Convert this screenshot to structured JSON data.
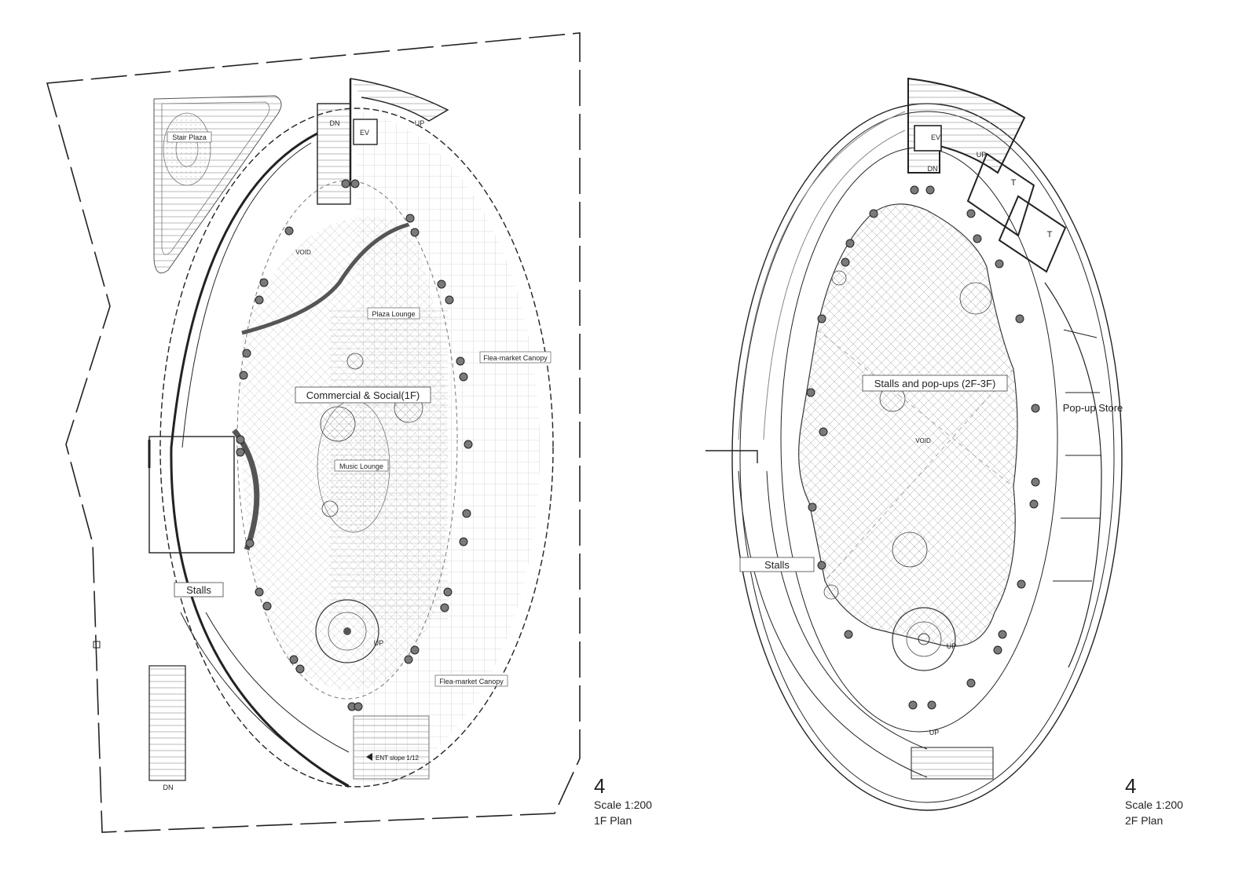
{
  "plan_1f": {
    "stair_plaza": "Stair Plaza",
    "dn_top": "DN",
    "up_top": "UP",
    "ev": "EV",
    "void": "VOID",
    "plaza_lounge": "Plaza Lounge",
    "flea_market_canopy_1": "Flea-market Canopy",
    "commercial_social": "Commercial & Social(1F)",
    "music_lounge": "Music Lounge",
    "stalls": "Stalls",
    "up_spiral": "UP",
    "flea_market_canopy_2": "Flea-market Canopy",
    "ent": "ENT  slope 1/12",
    "dn_bottom": "DN",
    "north_symbol": "4",
    "scale": "Scale 1:200",
    "plan_name": "1F Plan"
  },
  "plan_2f": {
    "ev": "EV",
    "up_top": "UP",
    "dn_top": "DN",
    "toilet_1": "T",
    "toilet_2": "T",
    "stalls_popups": "Stalls and pop-ups (2F-3F)",
    "popup_store": "Pop-up Store",
    "void": "VOID",
    "stalls": "Stalls",
    "up_spiral": "UP",
    "up_bottom": "UP",
    "north_symbol": "4",
    "scale": "Scale 1:200",
    "plan_name": "2F Plan"
  },
  "colors": {
    "line": "#222222",
    "light_line": "#9a9a9a",
    "column_fill": "#7a7a7a",
    "wall_fill": "#5a5a5a"
  }
}
